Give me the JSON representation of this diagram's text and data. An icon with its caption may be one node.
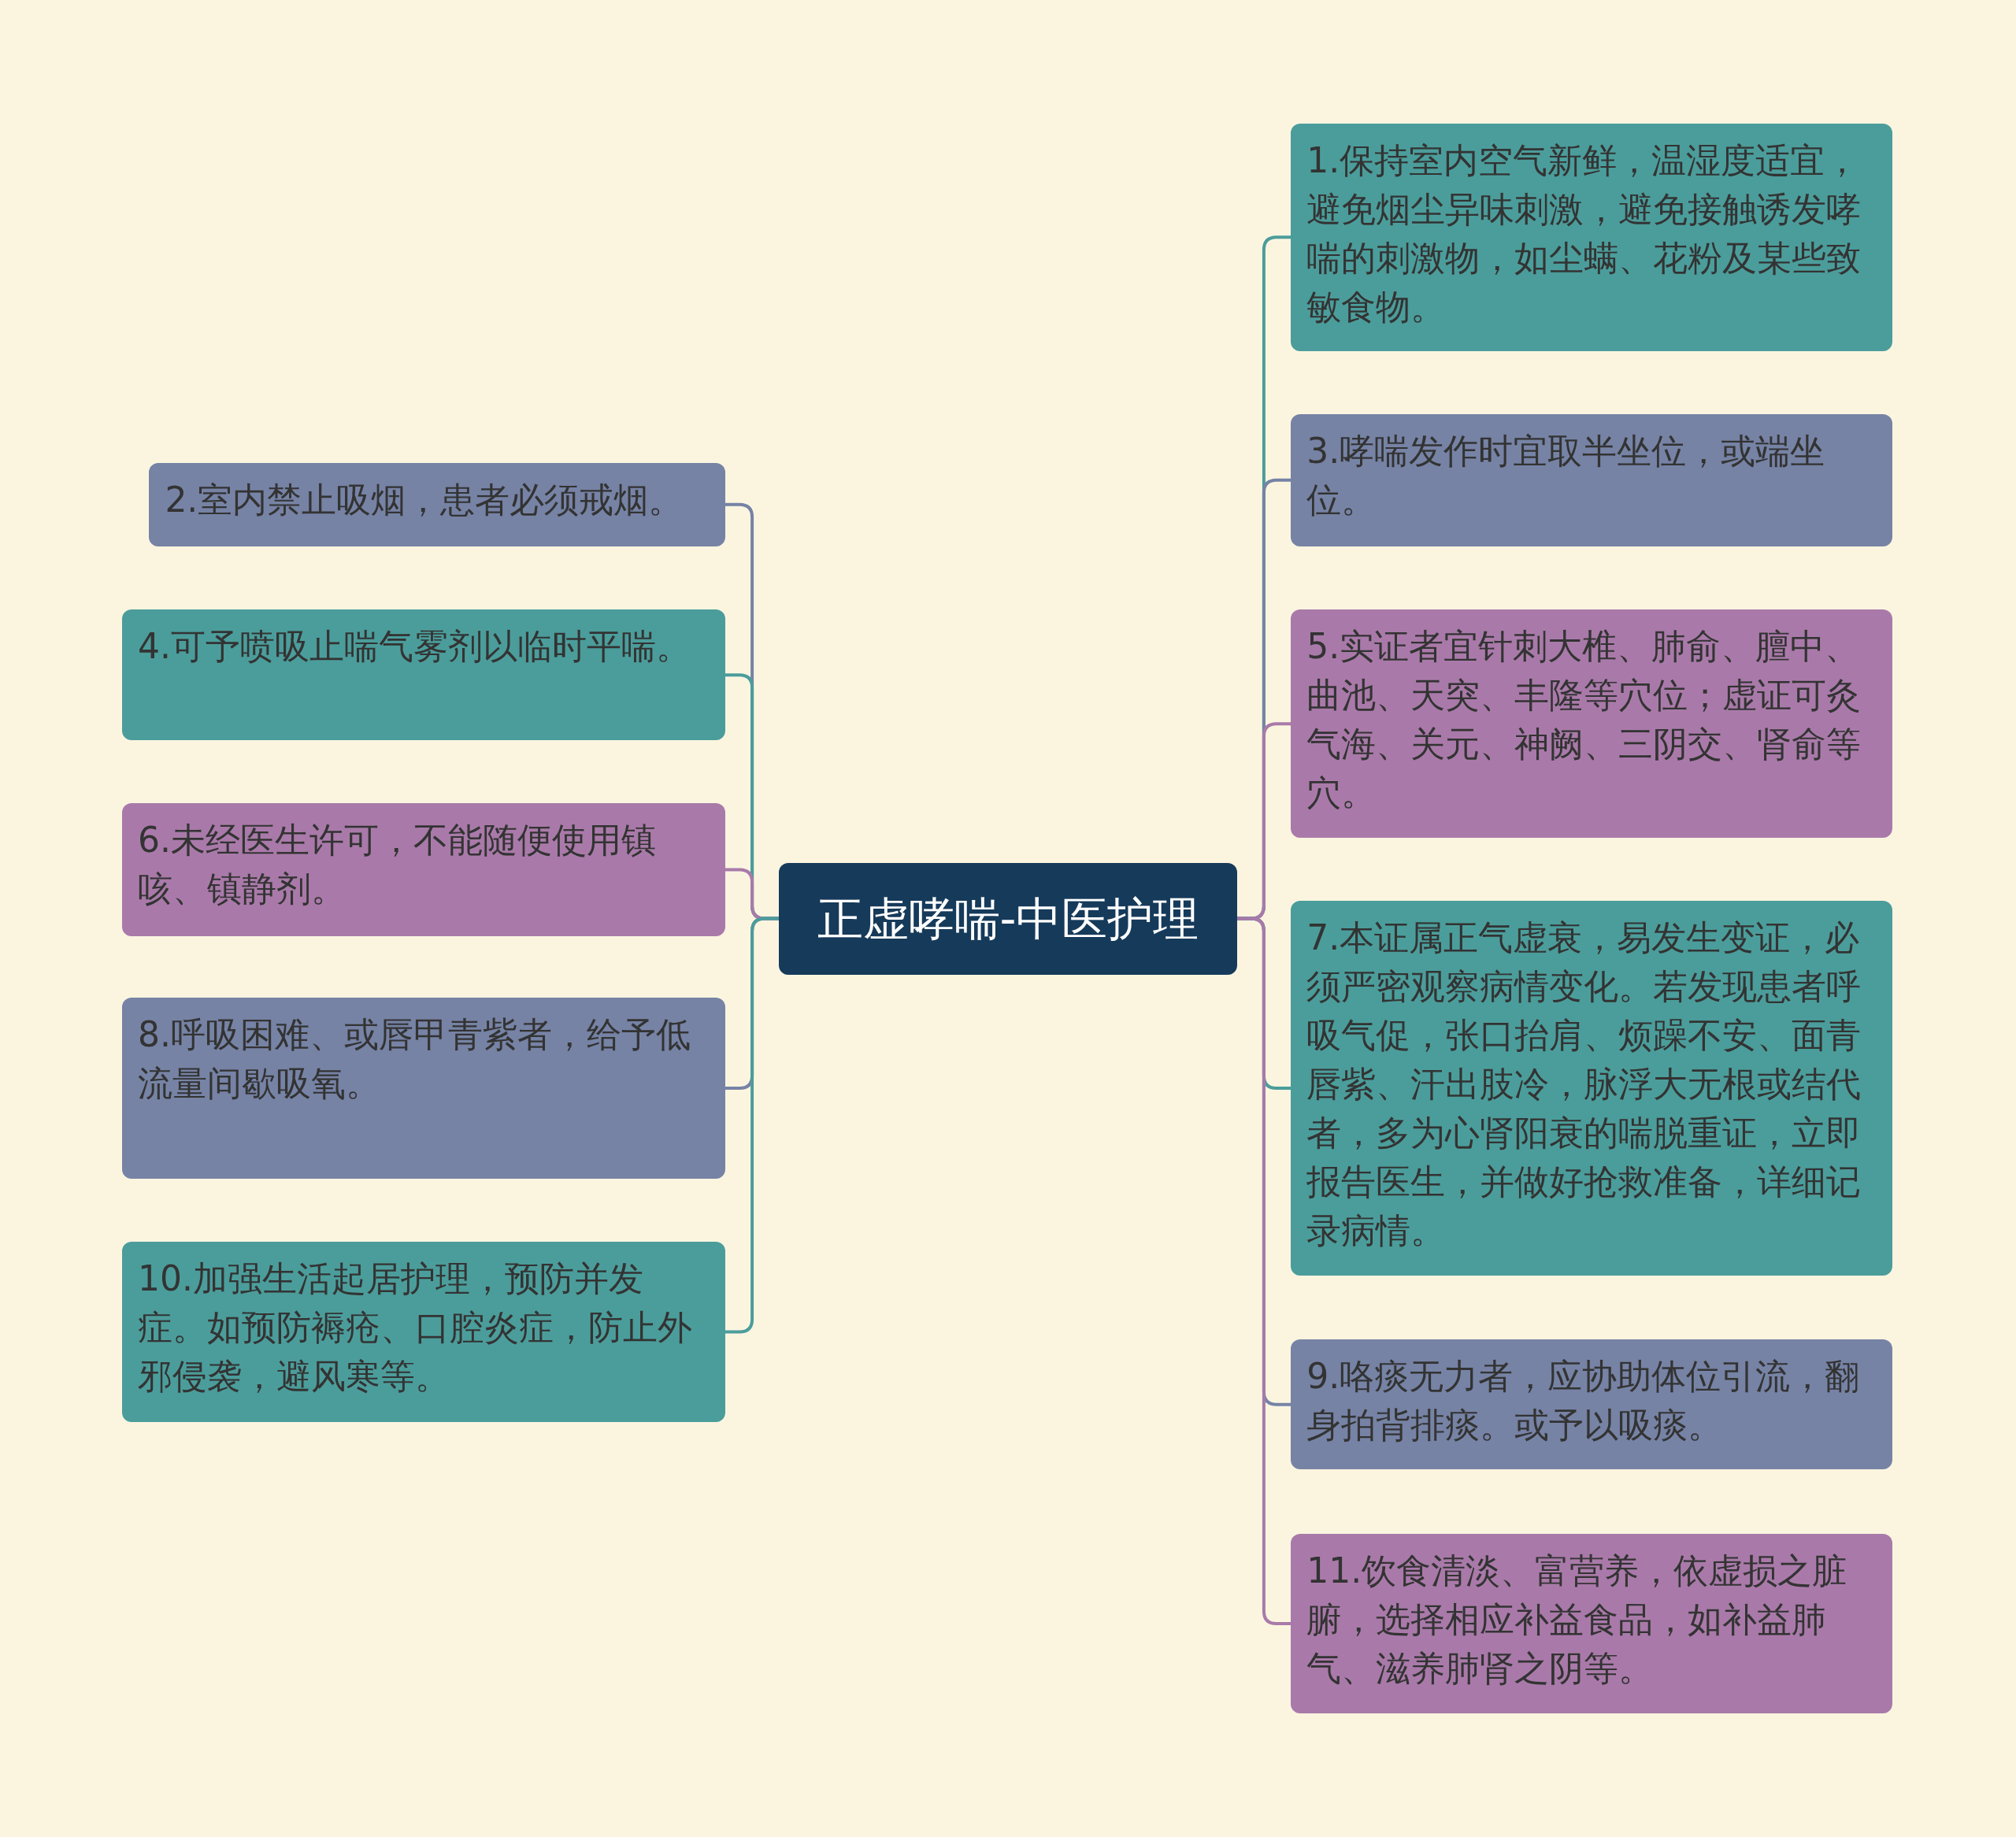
{
  "diagram": {
    "nodes": [
      {
        "text": [
          "正虚哮喘-中医护理"
        ]
      },
      {
        "text": [
          "2.室内禁止吸烟，患者必须戒烟。"
        ]
      },
      {
        "text": [
          "4.可予喷吸止喘气雾剂以临时平喘。"
        ]
      },
      {
        "text": [
          "6.未经医生许可，不能随便使用镇咳、镇静剂。"
        ]
      },
      {
        "text": [
          "8.呼吸困难、或唇甲青紫者，给予低流量间歇吸氧。"
        ]
      },
      {
        "text": [
          "10.加强生活起居护理，预防并发症。如预防褥疮、口腔炎症，防止外邪侵袭，避风寒等。"
        ]
      },
      {
        "text": [
          "1.保持室内空气新鲜，温湿度适宜，避免烟尘异味刺激，避免接触诱发哮喘的刺激物，如尘螨、花粉及某些致敏食物。"
        ]
      },
      {
        "text": [
          "3.哮喘发作时宜取半坐位，或端坐位。"
        ]
      },
      {
        "text": [
          "5.实证者宜针刺大椎、肺俞、膻中、曲池、天突、丰隆等穴位；虚证可灸气海、关元、神阙、三阴交、肾俞等穴。"
        ]
      },
      {
        "text": [
          "7.本证属正气虚衰，易发生变证，必须严密观察病情变化。若发现患者呼吸气促，张口抬肩、烦躁不安、面青唇紫、汗出肢冷，脉浮大无根或结代者，多为心肾阳衰的喘脱重证，立即报告医生，并做好抢救准备，详细记录病情。"
        ]
      },
      {
        "text": [
          "9.咯痰无力者，应协助体位引流，翻身拍背排痰。或予以吸痰。"
        ]
      },
      {
        "text": [
          "11.饮食清淡、富营养，依虚损之脏腑，选择相应补益食品，如补益肺气、滋养肺肾之阴等。"
        ]
      }
    ],
    "edges": [
      {
        "from": 0,
        "to": 1,
        "arrow": "none",
        "color": "#7683a5"
      },
      {
        "from": 0,
        "to": 2,
        "arrow": "none",
        "color": "#4b9d9b"
      },
      {
        "from": 0,
        "to": 3,
        "arrow": "none",
        "color": "#a97aa9"
      },
      {
        "from": 0,
        "to": 4,
        "arrow": "none",
        "color": "#7683a5"
      },
      {
        "from": 0,
        "to": 5,
        "arrow": "none",
        "color": "#4b9d9b"
      },
      {
        "from": 0,
        "to": 6,
        "arrow": "none",
        "color": "#4b9d9b"
      },
      {
        "from": 0,
        "to": 7,
        "arrow": "none",
        "color": "#7683a5"
      },
      {
        "from": 0,
        "to": 8,
        "arrow": "none",
        "color": "#a97aa9"
      },
      {
        "from": 0,
        "to": 9,
        "arrow": "none",
        "color": "#4b9d9b"
      },
      {
        "from": 0,
        "to": 10,
        "arrow": "none",
        "color": "#7683a5"
      },
      {
        "from": 0,
        "to": 11,
        "arrow": "none",
        "color": "#a97aa9"
      }
    ]
  }
}
